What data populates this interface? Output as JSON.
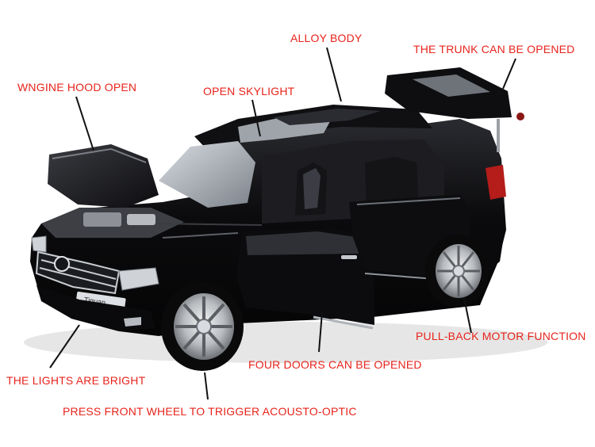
{
  "colors": {
    "label_text": "#e8241c",
    "leader_line": "#111111",
    "car_body": "#0b0b0d",
    "background": "#ffffff"
  },
  "callouts": {
    "alloy_body": "ALLOY BODY",
    "trunk": "THE TRUNK CAN BE OPENED",
    "hood": "WNGINE HOOD OPEN",
    "skylight": "OPEN SKYLIGHT",
    "motor": "PULL-BACK MOTOR FUNCTION",
    "doors": "FOUR DOORS CAN BE OPENED",
    "lights": "THE LIGHTS ARE BRIGHT",
    "wheel": "PRESS FRONT WHEEL TO TRIGGER ACOUSTO-OPTIC"
  },
  "car": {
    "plate_text": "Tiguan"
  }
}
